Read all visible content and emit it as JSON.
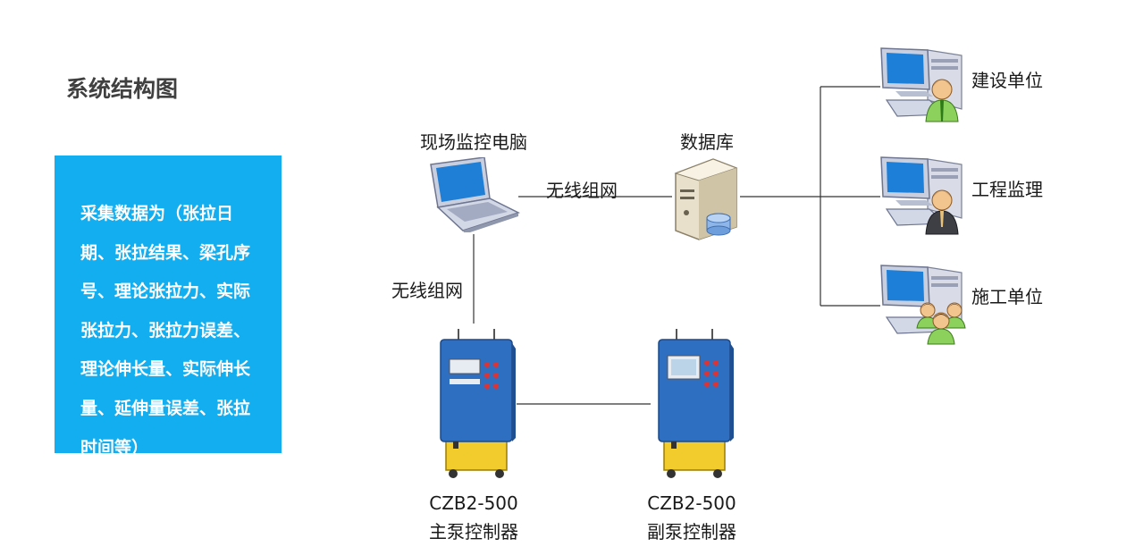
{
  "page": {
    "title": "系统结构图"
  },
  "description": "采集数据为（张拉日期、张拉结果、梁孔序号、理论张拉力、实际张拉力、张拉力误差、理论伸长量、实际伸长量、延伸量误差、张拉时间等）",
  "nodes": {
    "laptop": {
      "label": "现场监控电脑",
      "icon": "laptop-icon"
    },
    "database": {
      "label": "数据库",
      "icon": "database-server-icon"
    },
    "client_1": {
      "label": "建设单位",
      "icon": "workstation-user-icon"
    },
    "client_2": {
      "label": "工程监理",
      "icon": "workstation-user-icon"
    },
    "client_3": {
      "label": "施工单位",
      "icon": "workstation-group-icon"
    },
    "main_pump": {
      "model": "CZB2-500",
      "label": "主泵控制器",
      "icon": "pump-controller-icon"
    },
    "aux_pump": {
      "model": "CZB2-500",
      "label": "副泵控制器",
      "icon": "pump-controller-icon"
    }
  },
  "links": {
    "laptop_database": "无线组网",
    "laptop_pump": "无线组网"
  }
}
